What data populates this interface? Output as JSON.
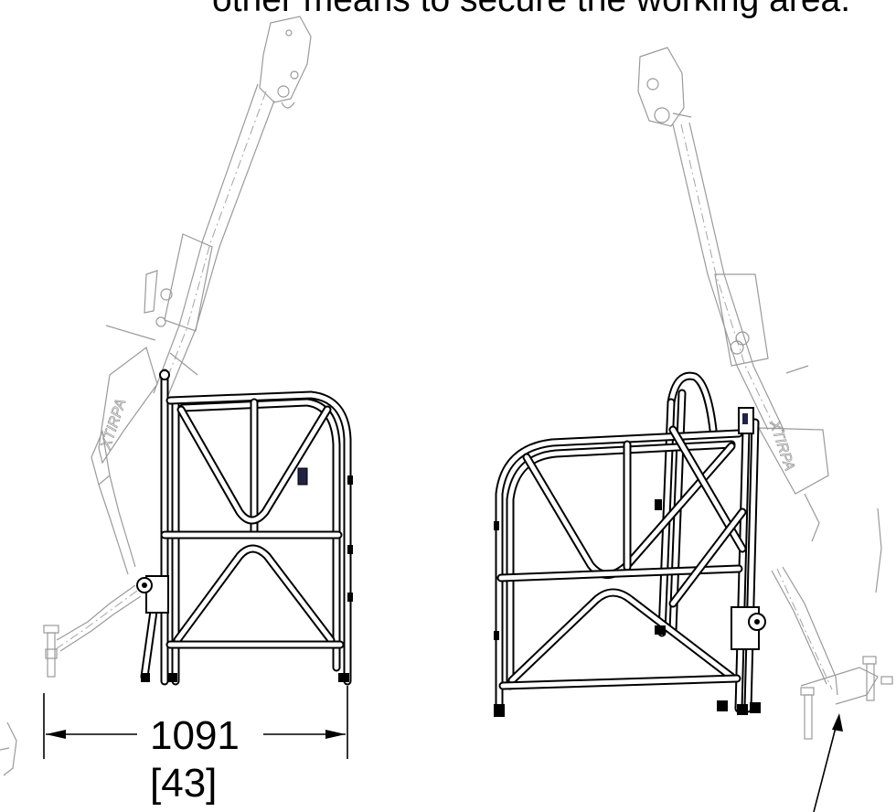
{
  "caption": "other means to secure the working area.",
  "dimension": {
    "value": "1091",
    "alt_value": "[43]"
  },
  "brand_mark": "XTIRPA",
  "colors": {
    "line": "#000000",
    "ghost": "#9a9a9a",
    "background": "#ffffff"
  }
}
